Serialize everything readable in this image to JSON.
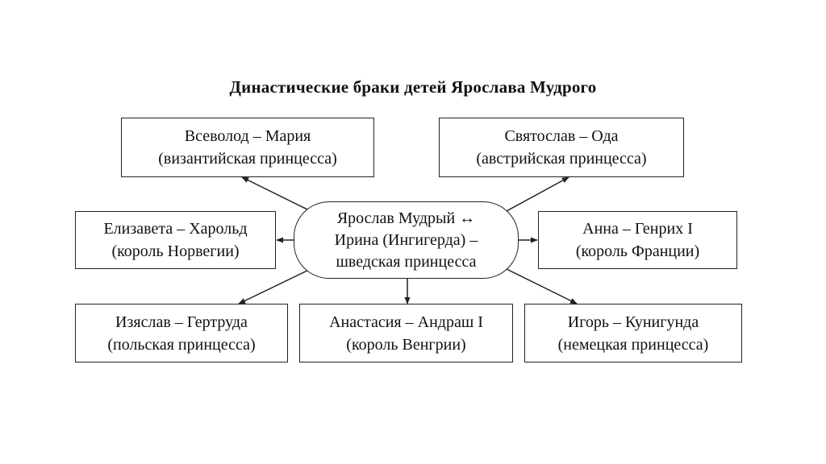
{
  "title": "Династические браки детей Ярослава Мудрого",
  "center": {
    "lines": [
      "Ярослав Мудрый ↔",
      "Ирина (Ингигерда) –",
      "шведская принцесса"
    ]
  },
  "marriages": [
    {
      "id": "vsevolod",
      "line1": "Всеволод – Мария",
      "line2": "(византийская принцесса)"
    },
    {
      "id": "svyatoslav",
      "line1": "Святослав – Ода",
      "line2": "(австрийская принцесса)"
    },
    {
      "id": "elizaveta",
      "line1": "Елизавета – Харольд",
      "line2": "(король Норвегии)"
    },
    {
      "id": "anna",
      "line1": "Анна – Генрих I",
      "line2": "(король Франции)"
    },
    {
      "id": "izyaslav",
      "line1": "Изяслав – Гертруда",
      "line2": "(польская принцесса)"
    },
    {
      "id": "anastasia",
      "line1": "Анастасия – Андраш I",
      "line2": "(король Венгрии)"
    },
    {
      "id": "igor",
      "line1": "Игорь – Кунигунда",
      "line2": "(немецкая принцесса)"
    }
  ],
  "colors": {
    "line": "#222222",
    "background": "#ffffff"
  }
}
